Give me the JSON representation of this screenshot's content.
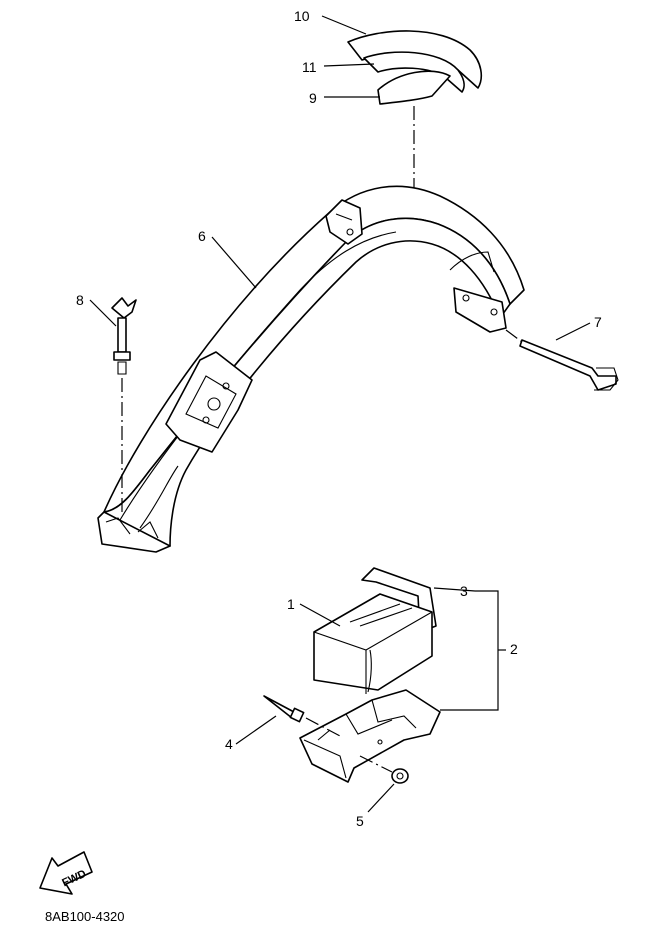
{
  "callouts": {
    "c1": "1",
    "c2": "2",
    "c3": "3",
    "c4": "4",
    "c5": "5",
    "c6": "6",
    "c7": "7",
    "c8": "8",
    "c9": "9",
    "c10": "10",
    "c11": "11"
  },
  "fwd_label": "FWD",
  "diagram_code": "8AB100-4320"
}
